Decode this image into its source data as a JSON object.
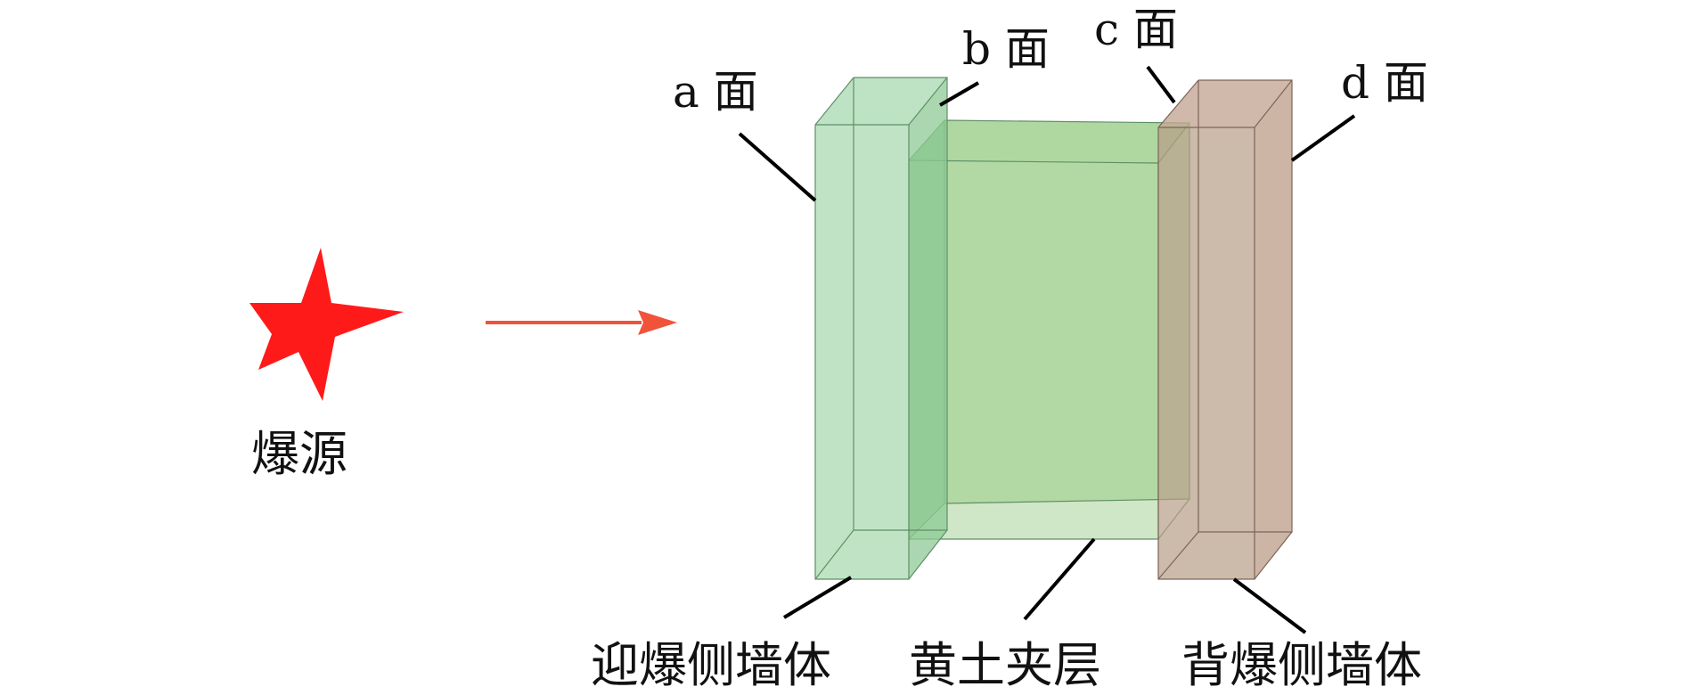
{
  "diagram": {
    "source_label": "爆源",
    "face_labels": {
      "a": "a 面",
      "b": "b 面",
      "c": "c 面",
      "d": "d 面"
    },
    "part_labels": {
      "front_wall": "迎爆侧墙体",
      "loess_layer": "黄土夹层",
      "back_wall": "背爆侧墙体"
    },
    "colors": {
      "blast_star": "#ff1a1a",
      "arrow": "#f0533a",
      "front_wall_fill": "#a8d8b0",
      "loess_layer_fill": "#a8d498",
      "back_wall_fill": "#c4a896",
      "edge_green": "#5e8f66",
      "edge_brown": "#7d6456",
      "leader": "#000000"
    },
    "icons": {
      "blast_source": "blast-star-icon",
      "direction": "arrow-right-icon"
    }
  }
}
